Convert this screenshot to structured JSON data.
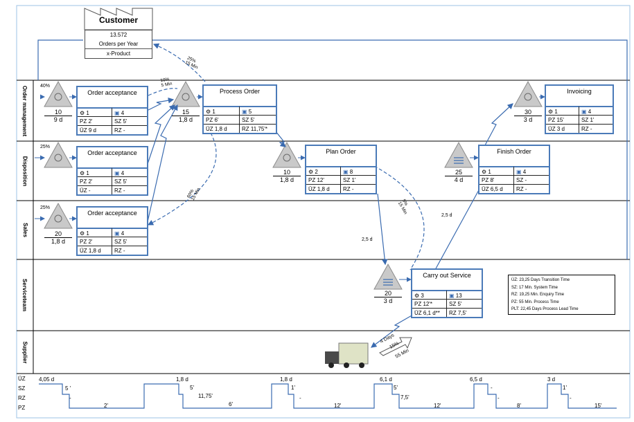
{
  "customer": {
    "title": "Customer",
    "line1": "13.572",
    "line2": "Orders  per Year",
    "line3": "x-Product"
  },
  "lanes": [
    "Order management",
    "Disposition",
    "Sales",
    "Serviceteam",
    "Supplier"
  ],
  "inventory": [
    {
      "value": "10",
      "time": "9 d",
      "pct": "40%"
    },
    {
      "value": "",
      "time": "",
      "pct": "25%"
    },
    {
      "value": "20",
      "time": "1,8 d",
      "pct": "25%"
    },
    {
      "value": "15",
      "time": "1,8 d",
      "pct": ""
    },
    {
      "value": "10",
      "time": "1,8 d",
      "pct": ""
    },
    {
      "value": "20",
      "time": "3 d",
      "pct": ""
    },
    {
      "value": "25",
      "time": "4 d",
      "pct": ""
    },
    {
      "value": "30",
      "time": "3 d",
      "pct": ""
    }
  ],
  "processes": {
    "oa1": {
      "title": "Order acceptance",
      "ops": "1",
      "shift": "4",
      "c1": "PZ  2'",
      "c2": "SZ  5'",
      "c3": "ÜZ 9 d",
      "c4": "RZ -"
    },
    "oa2": {
      "title": "Order acceptance",
      "ops": "1",
      "shift": "4",
      "c1": "PZ  2'",
      "c2": "SZ  5'",
      "c3": "ÜZ -",
      "c4": "RZ -"
    },
    "oa3": {
      "title": "Order acceptance",
      "ops": "1",
      "shift": "4",
      "c1": "PZ  2'",
      "c2": "SZ  5'",
      "c3": "ÜZ 1,8 d",
      "c4": "RZ -"
    },
    "po": {
      "title": "Process Order",
      "ops": "1",
      "shift": "5",
      "c1": "PZ  6'",
      "c2": "SZ  5'",
      "c3": "ÜZ 1,8 d",
      "c4": "RZ 11,75'*"
    },
    "pl": {
      "title": "Plan Order",
      "ops": "2",
      "shift": "8",
      "c1": "PZ  12'",
      "c2": "SZ  1'",
      "c3": "ÜZ 1,8 d",
      "c4": "RZ -"
    },
    "fo": {
      "title": "Finish Order",
      "ops": "1",
      "shift": "4",
      "c1": "PZ  8'",
      "c2": "SZ  -",
      "c3": "ÜZ 6,5 d",
      "c4": "RZ -"
    },
    "inv": {
      "title": "Invoicing",
      "ops": "1",
      "shift": "4",
      "c1": "PZ  15'",
      "c2": "SZ  1'",
      "c3": "ÜZ 3 d",
      "c4": "RZ -"
    },
    "cs": {
      "title": "Carry out Service",
      "ops": "3",
      "shift": "13",
      "c1": "PZ  12'*",
      "c2": "SZ  5'",
      "c3": "ÜZ 6,1 d**",
      "c4": "RZ  7,5'"
    }
  },
  "flows": {
    "f1": "25%",
    "f1b": "15 Min",
    "f2": "10%",
    "f2b": "5 Min",
    "f3": "60%",
    "f3b": "15 Min",
    "f4": "5%",
    "f4b": "15 Min",
    "d1": "2,5 d",
    "d2": "2,5 d",
    "sup1": "4 Days",
    "sup2": "15%",
    "sup3": "55 Min"
  },
  "legend": [
    "ÜZ: 23,25 Days Transition Time",
    "SZ: 17 Min. System Time",
    "RZ: 19,25 Min. Enquiry Time",
    "PZ: 55 Min. Process Time",
    "PLT: 22,45 Days Process Lead Time"
  ],
  "timeline": {
    "row_labels": [
      "ÜZ",
      "SZ",
      "RZ",
      "PZ"
    ],
    "labels": [
      "4,05 d",
      "5 '",
      "-",
      "2'",
      "1,8 d",
      "5'",
      "11,75'",
      "6'",
      "1,8 d",
      "1'",
      "-",
      "12'",
      "6,1 d",
      "5'",
      "7,5'",
      "12'",
      "6,5 d",
      "-",
      "-",
      "8'",
      "3 d",
      "1'",
      "-",
      "15'"
    ]
  }
}
